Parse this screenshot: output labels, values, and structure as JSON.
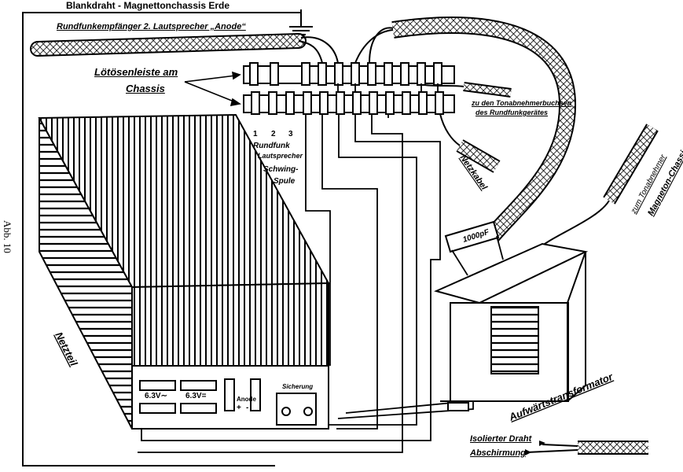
{
  "header": {
    "title": "Blankdraht - Magnettonchassis Erde"
  },
  "figure": {
    "number": "Abb. 10"
  },
  "labels": {
    "cable_top": "Rundfunkempfänger 2. Lautsprecher „Anode“",
    "strip_1": "Lötösenleiste am",
    "strip_2": "Chassis",
    "tonabnehmer_1": "zu den Tonabnehmerbuchsen",
    "tonabnehmer_2": "des Rundfunkgerätes",
    "numbers": [
      "1",
      "2",
      "3"
    ],
    "rundfunk": "Rundfunk",
    "lautsprecher": "Lautsprecher",
    "schwing": "Schwing-",
    "spule": "Spule",
    "netzkabel": "Netzkabel",
    "tonkopf_1": "zum Tonabnehmer",
    "tonkopf_2": "Magneton-Chassis",
    "capacitor": "1000pF",
    "transformer": "Aufwärtstransformator",
    "netzteil": "Netzteil",
    "t_63ac": "6.3V∼",
    "t_63dc": "6.3V=",
    "t_anode": "Anode",
    "t_plus": "+",
    "t_minus": "-",
    "t_sicherung": "Sicherung",
    "legend_1": "Isolierter Draht",
    "legend_2": "Abschirmung"
  },
  "colors": {
    "ink": "#000000",
    "paper": "#ffffff"
  }
}
